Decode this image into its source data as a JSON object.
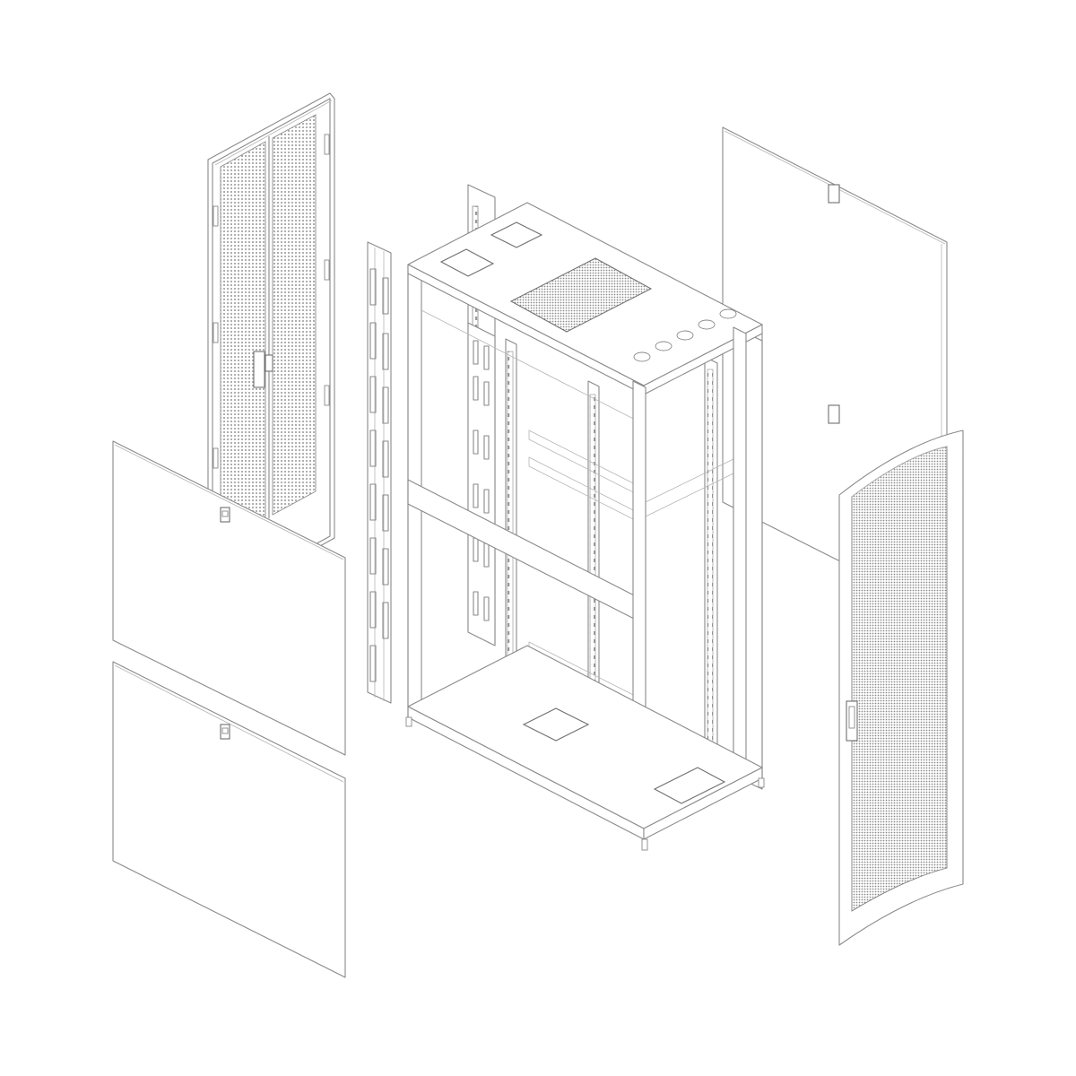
{
  "diagram": {
    "type": "exploded-isometric-assembly",
    "background": "#ffffff",
    "line_color": "#8a8a8a",
    "perforation_color": "#9a9a9a",
    "components": [
      "split-rear-door",
      "side-panel-upper",
      "side-panel-lower",
      "vertical-pdu-rail",
      "rack-frame",
      "roof-panel",
      "rear-side-panel",
      "front-curved-door"
    ],
    "labels": []
  }
}
